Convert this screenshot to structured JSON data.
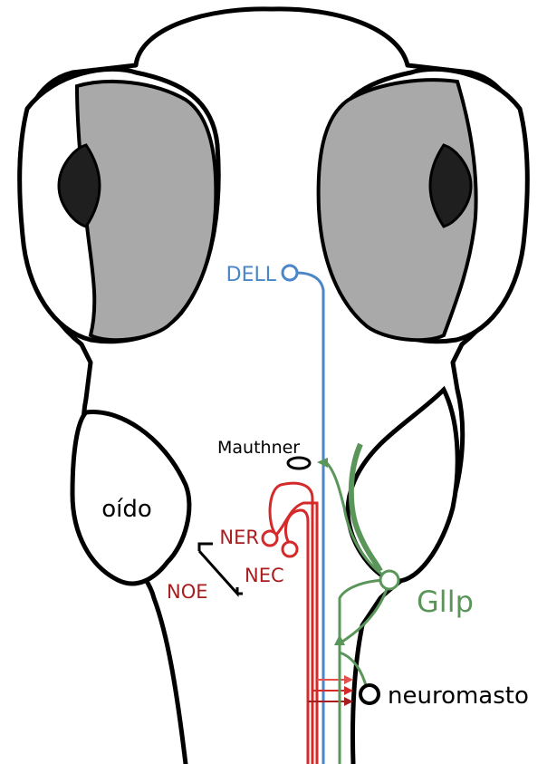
{
  "labels": {
    "dell": "DELL",
    "mauthner": "Mauthner",
    "oido": "oído",
    "ner": "NER",
    "nec": "NEC",
    "noe": "NOE",
    "gllp": "Gllp",
    "neuromasto": "neuromasto"
  },
  "colors": {
    "blue": "#4a86c8",
    "red": "#d42a2a",
    "dark_red": "#a81e1e",
    "green": "#5a965a",
    "eye_fill": "#a9a9a9",
    "pupil": "#1f1f1f",
    "outline": "#000000"
  }
}
